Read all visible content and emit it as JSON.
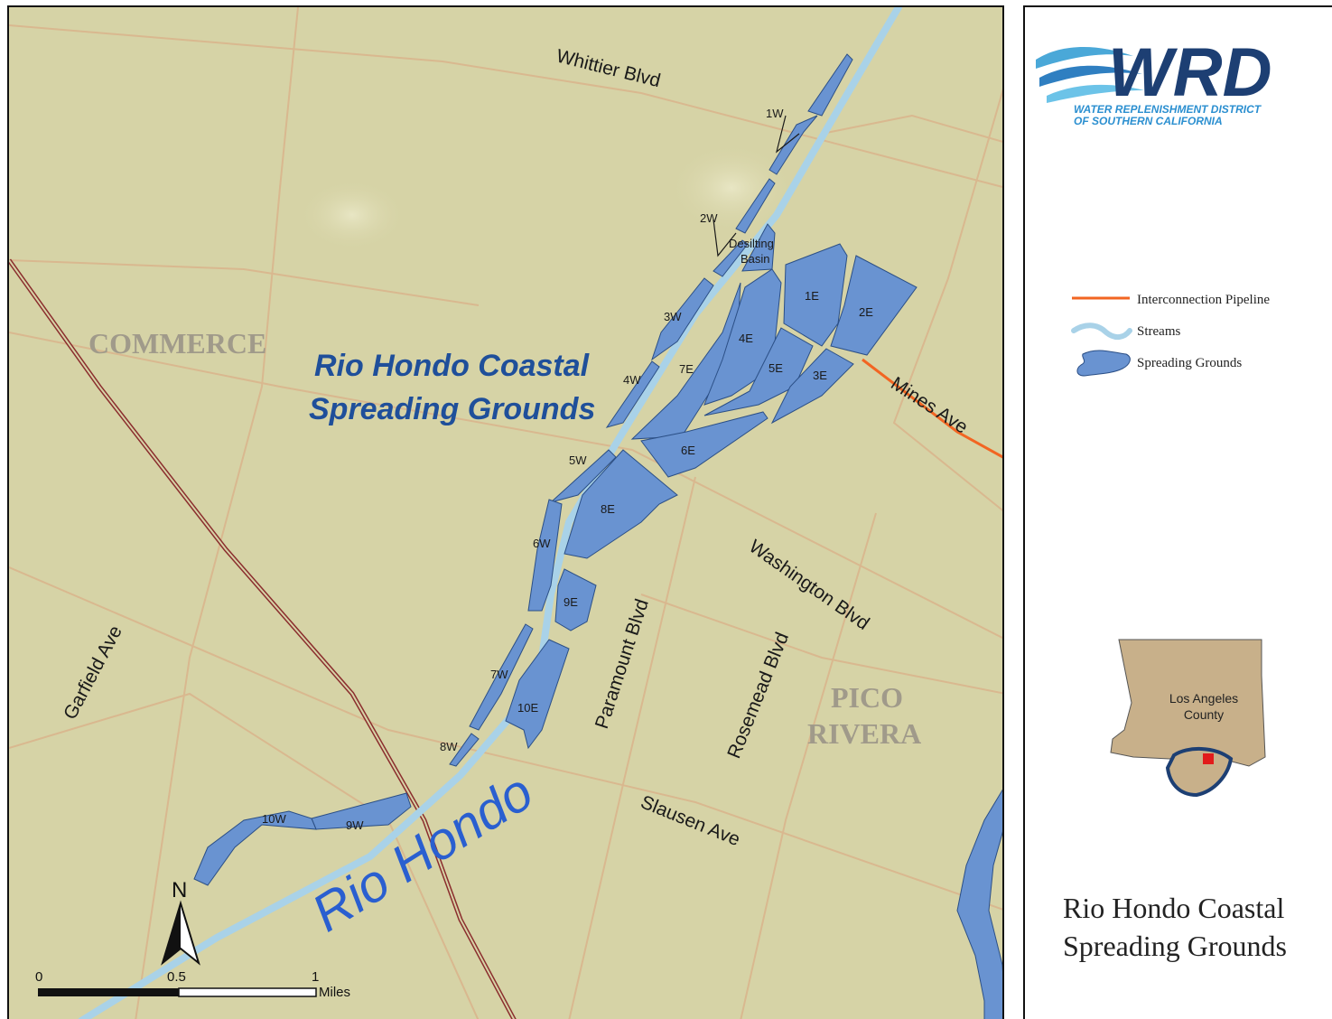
{
  "map": {
    "title_line1": "Rio Hondo Coastal",
    "title_line2": "Spreading Grounds",
    "river_label": "Rio Hondo",
    "cities": {
      "commerce": "COMMERCE",
      "pico_line1": "PICO",
      "pico_line2": "RIVERA"
    },
    "roads": {
      "whittier": "Whittier Blvd",
      "mines": "Mines Ave",
      "washington": "Washington Blvd",
      "paramount": "Paramount Blvd",
      "rosemead": "Rosemead Blvd",
      "garfield": "Garfield Ave",
      "slausen": "Slausen Ave"
    },
    "ponds": {
      "w1": "1W",
      "w2": "2W",
      "w3": "3W",
      "w4": "4W",
      "w5": "5W",
      "w6": "6W",
      "w7": "7W",
      "w8": "8W",
      "w9": "9W",
      "w10": "10W",
      "e1": "1E",
      "e2": "2E",
      "e3": "3E",
      "e4": "4E",
      "e5": "5E",
      "e6": "6E",
      "e7": "7E",
      "e8": "8E",
      "e9": "9E",
      "e10": "10E",
      "desilting1": "Desilting",
      "desilting2": "Basin"
    },
    "north": "N",
    "scale": {
      "t0": "0",
      "t1": "0.5",
      "t2": "1",
      "unit": "Miles"
    },
    "colors": {
      "land": "#d6d3a6",
      "road": "#d9b88f",
      "stream": "#a9d2e8",
      "pond": "#6993d1",
      "pond_stroke": "#2b4f86",
      "pipeline": "#f26522",
      "rail": "#8b2e2e",
      "title": "#1f4f9a",
      "river_text": "#2a5fd0"
    }
  },
  "side": {
    "logo_text": "WRD",
    "logo_sub1": "WATER REPLENISHMENT DISTRICT",
    "logo_sub2": "OF SOUTHERN CALIFORNIA",
    "legend": {
      "pipeline": "Interconnection Pipeline",
      "streams": "Streams",
      "spreading": "Spreading Grounds"
    },
    "inset_label1": "Los Angeles",
    "inset_label2": "County",
    "title": "Rio Hondo Coastal Spreading Grounds"
  }
}
